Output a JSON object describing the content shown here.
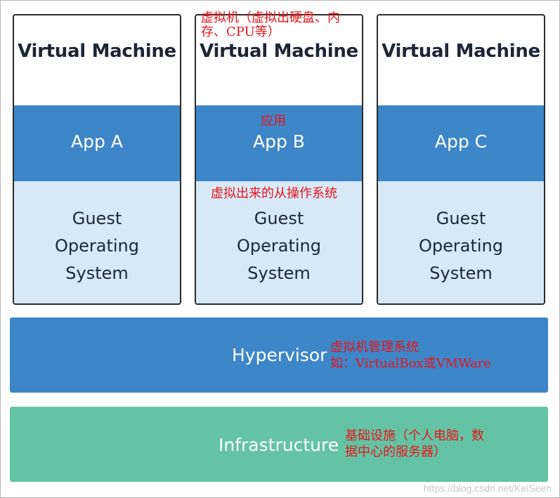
{
  "virtual_machines": [
    {
      "title": "Virtual Machine",
      "app": "App A",
      "os": [
        "Guest",
        "Operating",
        "System"
      ]
    },
    {
      "title": "Virtual Machine",
      "app": "App B",
      "os": [
        "Guest",
        "Operating",
        "System"
      ]
    },
    {
      "title": "Virtual Machine",
      "app": "App C",
      "os": [
        "Guest",
        "Operating",
        "System"
      ]
    }
  ],
  "hypervisor": {
    "label": "Hypervisor"
  },
  "infrastructure": {
    "label": "Infrastructure"
  },
  "annotations": {
    "vm": [
      "虚拟机（虚拟出硬盘、内",
      "存、CPU等）"
    ],
    "app": "应用",
    "guest_os": "虚拟出来的从操作系统",
    "hypervisor": [
      "虚拟机管理系统",
      "如：VirtualBox或VMWare"
    ],
    "infrastructure": [
      "基础设施（个人电脑，数",
      "据中心的服务器）"
    ]
  },
  "watermark": "https://blog.csdn.net/KeiSeen",
  "colors": {
    "app_layer": "#3d86c8",
    "guest_os_layer": "#d7e9f7",
    "hypervisor_layer": "#3d86c8",
    "infrastructure_layer": "#64c3a5",
    "annotation_text": "#e8141a",
    "title_text": "#1b2638"
  }
}
